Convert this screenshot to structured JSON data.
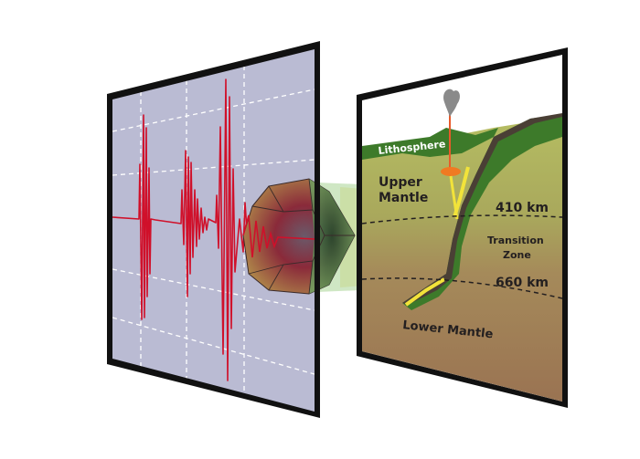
{
  "figure": {
    "description": "Seismic waveform panel feeding through a polyhedral crystal into an Earth cross-section panel",
    "left_panel": {
      "name": "seismogram",
      "background": "#babbd3",
      "grid_color": "#ffffff",
      "wave_color": "#d0102a"
    },
    "connector": {
      "name": "mineral-crystal",
      "beam_color": "#8fc47a"
    },
    "right_panel": {
      "name": "earth-cross-section",
      "labels": {
        "lithosphere": "Lithosphere",
        "upper_mantle_1": "Upper",
        "upper_mantle_2": "Mantle",
        "depth_410": "410 km",
        "transition_1": "Transition",
        "transition_2": "Zone",
        "depth_660": "660 km",
        "lower_mantle": "Lower Mantle"
      },
      "colors": {
        "sky": "#ffffff",
        "lithosphere": "#3d7a2a",
        "upper_mantle": "#a9b45a",
        "transition_zone": "#a58a5a",
        "lower_mantle": "#9d7655",
        "slab_edge": "#4a3f35",
        "melt": "#f2e33a",
        "magma": "#f07a22",
        "plume": "#8a8a8a"
      }
    },
    "frame_color": "#111111"
  }
}
